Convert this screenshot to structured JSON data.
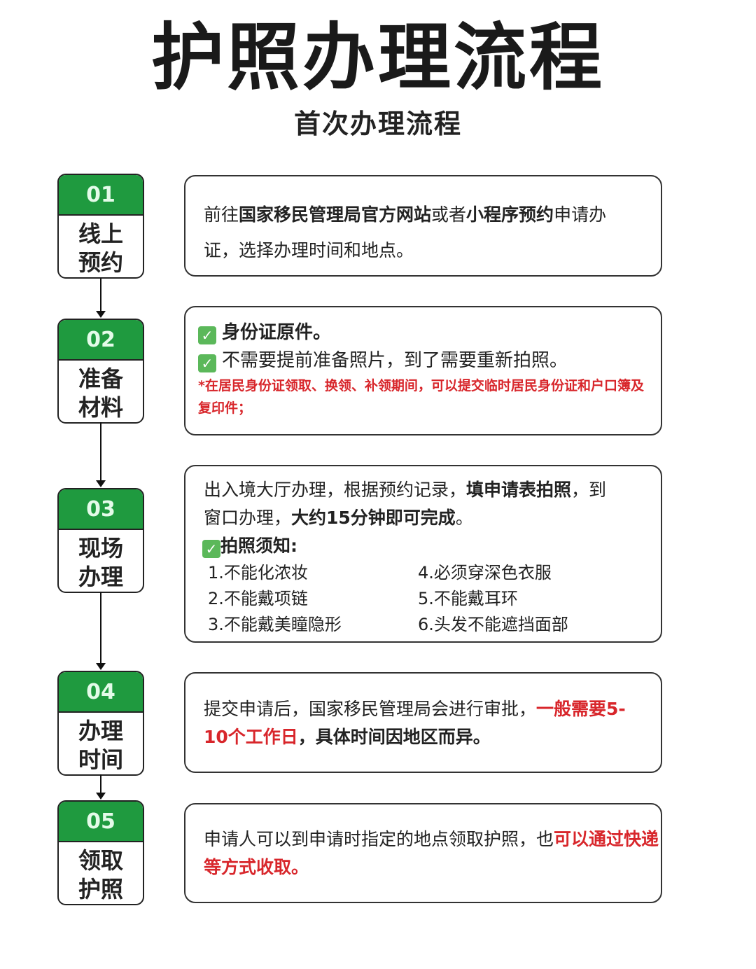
{
  "title": "护照办理流程",
  "subtitle": "首次办理流程",
  "colors": {
    "green": "#1f9a3f",
    "red": "#d8262b",
    "check": "#5bb85a"
  },
  "steps": [
    {
      "num": "01",
      "label_lines": [
        "线上",
        "预约"
      ]
    },
    {
      "num": "02",
      "label_lines": [
        "准备",
        "材料"
      ]
    },
    {
      "num": "03",
      "label_lines": [
        "现场",
        "办理"
      ]
    },
    {
      "num": "04",
      "label_lines": [
        "办理",
        "时间"
      ]
    },
    {
      "num": "05",
      "label_lines": [
        "领取",
        "护照"
      ]
    }
  ],
  "box1": {
    "segments": [
      {
        "t": "前往",
        "s": ""
      },
      {
        "t": "国家移民管理局官方网站",
        "s": "b"
      },
      {
        "t": "或者",
        "s": ""
      },
      {
        "t": "小程序预约",
        "s": "b"
      },
      {
        "t": "申请办证，选择办理时间和地点。",
        "s": ""
      }
    ]
  },
  "box2": {
    "check1": "身份证原件。",
    "check2": "不需要提前准备照片，到了需要重新拍照。",
    "note": "*在居民身份证领取、换领、补领期间，可以提交临时居民身份证和户口簿及复印件；"
  },
  "box3": {
    "segments": [
      {
        "t": "出入境大厅办理，根据预约记录，",
        "s": ""
      },
      {
        "t": "填申请表拍照",
        "s": "b"
      },
      {
        "t": "，到窗口办理，",
        "s": ""
      },
      {
        "t": "大约15分钟即可完成",
        "s": "b"
      },
      {
        "t": "。",
        "s": ""
      }
    ],
    "tips_title": "拍照须知:",
    "tips": [
      "1.不能化浓妆",
      "4.必须穿深色衣服",
      "2.不能戴项链",
      "5.不能戴耳环",
      "3.不能戴美瞳隐形",
      "6.头发不能遮挡面部"
    ]
  },
  "box4": {
    "segments": [
      {
        "t": "提交申请后，国家移民管理局会进行审批，",
        "s": ""
      },
      {
        "t": "一般需要5-10个工作日",
        "s": "r"
      },
      {
        "t": "，具体时间因地区而异。",
        "s": "b"
      }
    ]
  },
  "box5": {
    "segments": [
      {
        "t": "申请人可以到申请时指定的地点领取护照，也",
        "s": ""
      },
      {
        "t": "可以通过快递等方式收取。",
        "s": "r"
      }
    ]
  }
}
